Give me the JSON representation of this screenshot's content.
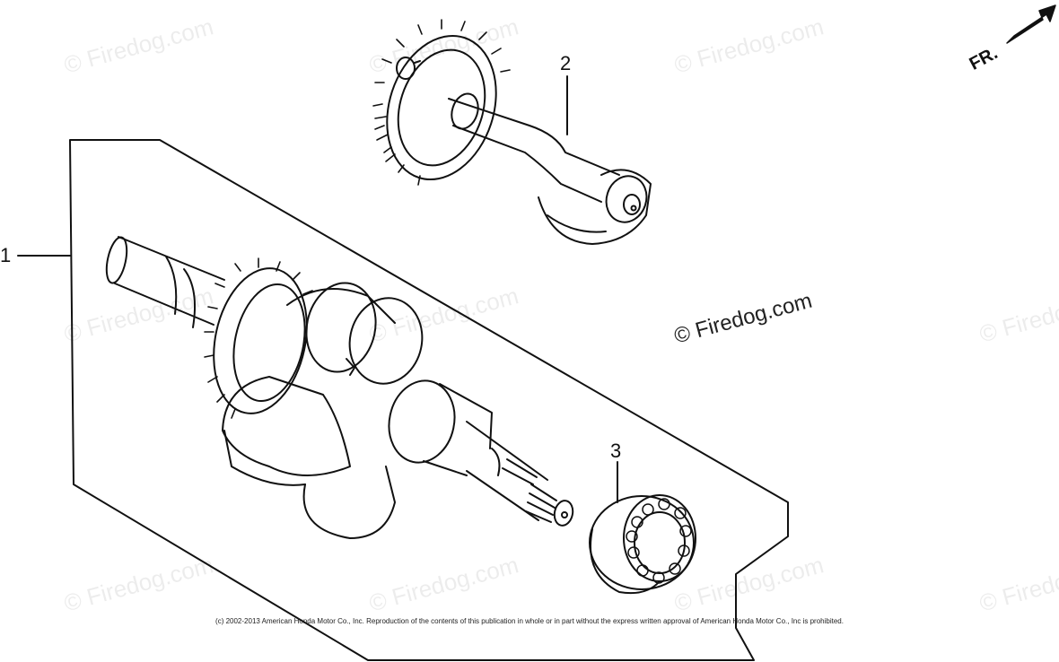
{
  "callouts": {
    "part1": "1",
    "part2": "2",
    "part3": "3"
  },
  "direction_label": "FR.",
  "direction_icon": "arrow-upper-right-icon",
  "watermark_text": "© Firedog.com",
  "copyright_text": "(c) 2002-2013 American Honda Motor Co., Inc. Reproduction of the contents of this publication in whole or in part without the express written approval of American Honda Motor Co., Inc is prohibited.",
  "colors": {
    "line": "#111111",
    "watermark": "#000000"
  }
}
